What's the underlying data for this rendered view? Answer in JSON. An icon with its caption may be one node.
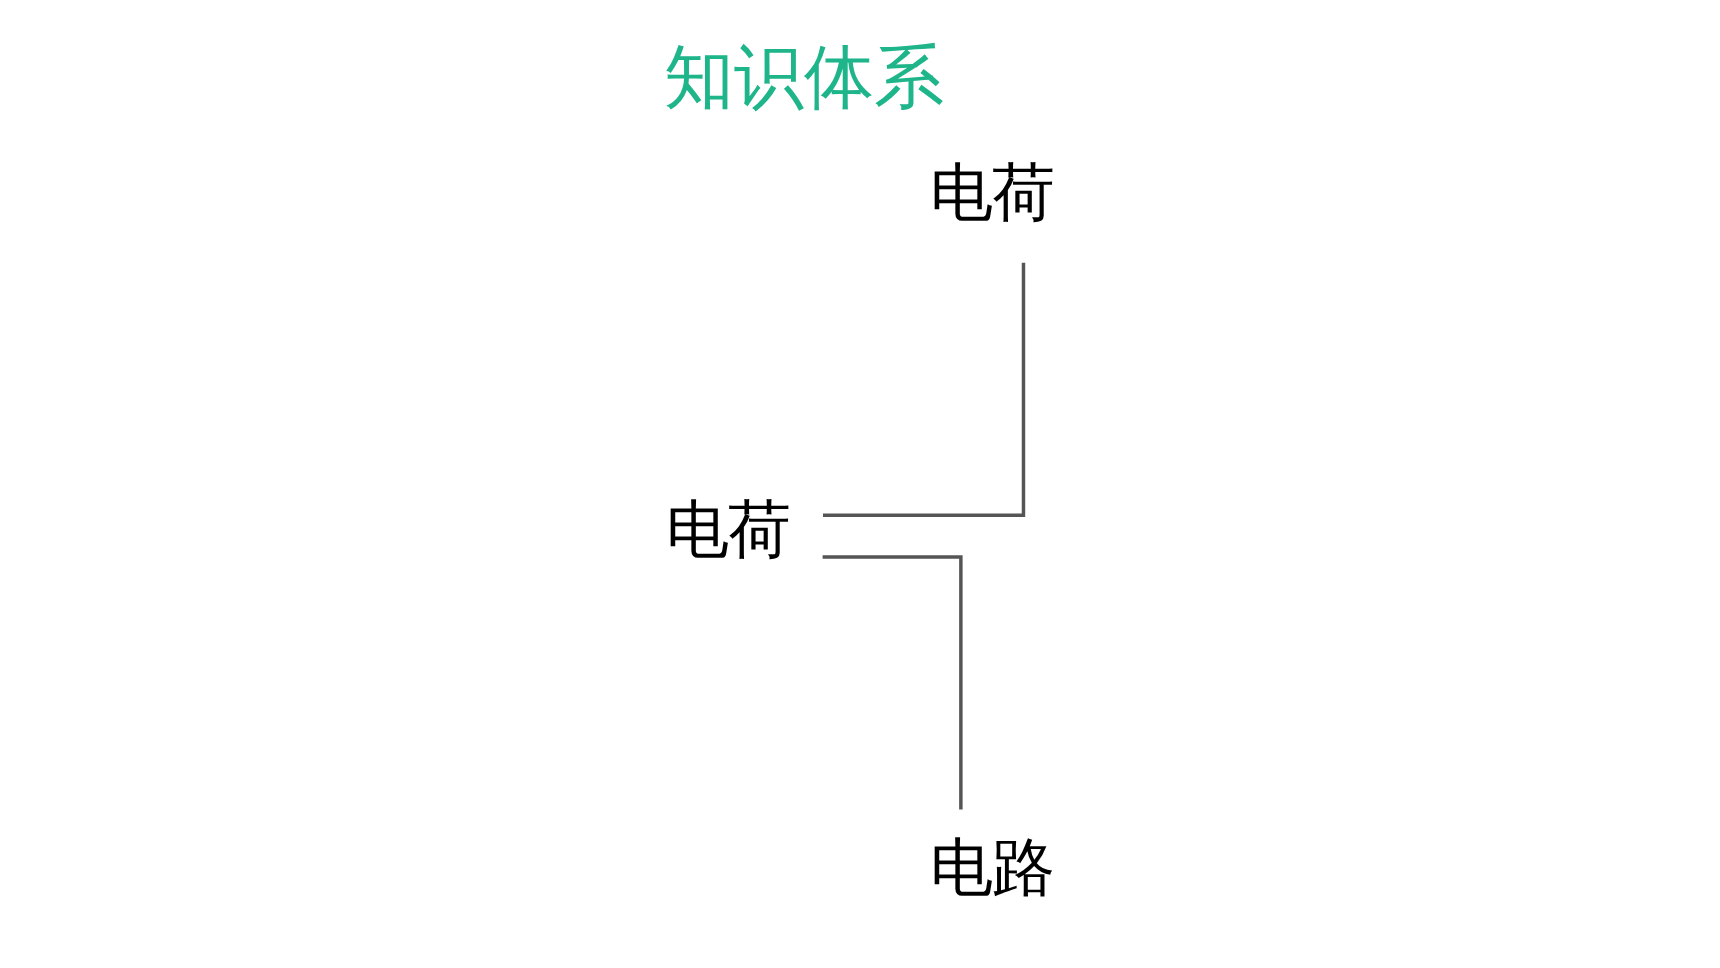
{
  "diagram": {
    "title": "知识体系",
    "nodes": [
      {
        "text": [
          "电荷"
        ]
      },
      {
        "text": [
          "电荷"
        ]
      },
      {
        "text": [
          "电路"
        ]
      }
    ],
    "edges": [
      {
        "from": 0,
        "to": 1,
        "arrow": "none"
      },
      {
        "from": 0,
        "to": 2,
        "arrow": "none"
      }
    ]
  }
}
